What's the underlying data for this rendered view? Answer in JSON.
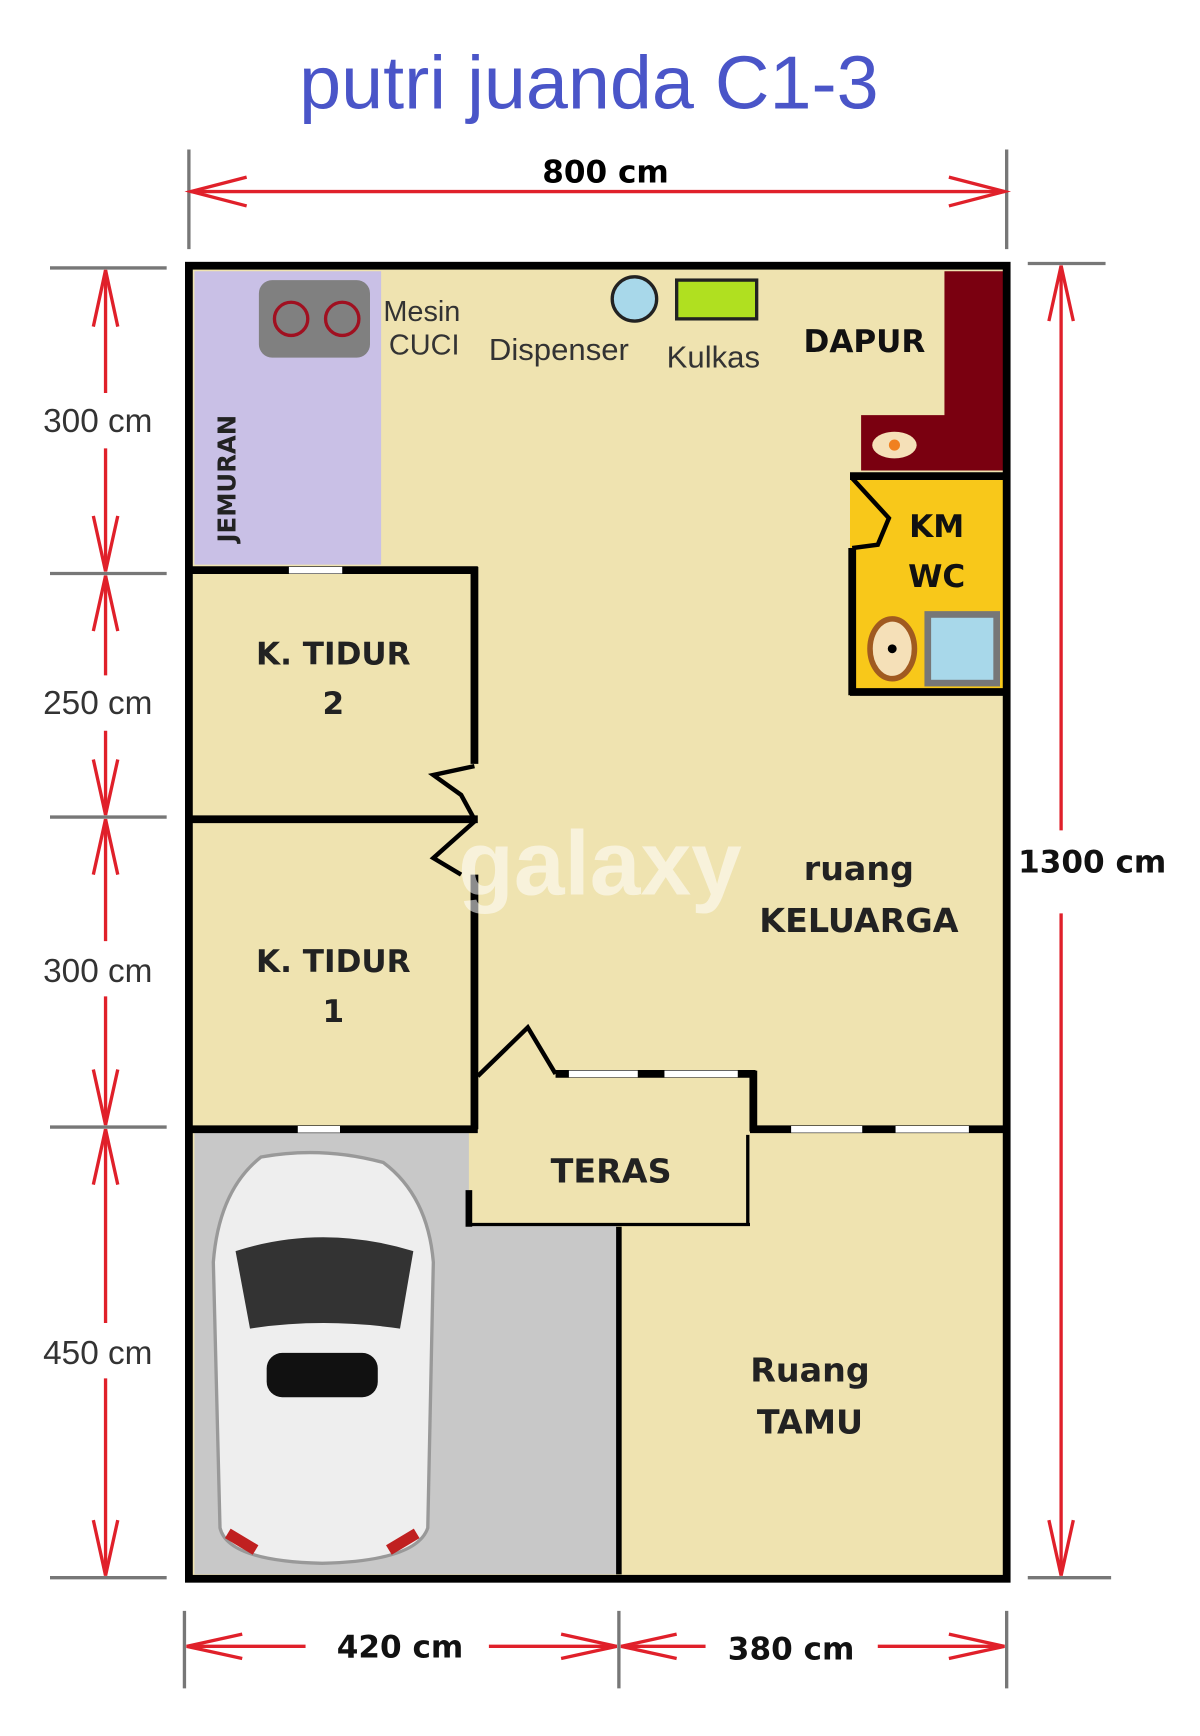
{
  "title": "putri juanda  C1-3",
  "dimensions": {
    "width_total": "800 cm",
    "height_total": "1300 cm",
    "left": [
      "300 cm",
      "250 cm",
      "300 cm",
      "450 cm"
    ],
    "bottom": [
      "420 cm",
      "380 cm"
    ]
  },
  "rooms": {
    "jemuran": "JEMURAN",
    "mesin_cuci": [
      "Mesin",
      "CUCI"
    ],
    "dispenser": "Dispenser",
    "kulkas": "Kulkas",
    "dapur": "DAPUR",
    "km_wc": [
      "KM",
      "WC"
    ],
    "tidur2": [
      "K. TIDUR",
      "2"
    ],
    "tidur1": [
      "K. TIDUR",
      "1"
    ],
    "keluarga": [
      "ruang",
      "KELUARGA"
    ],
    "teras": "TERAS",
    "tamu": [
      "Ruang",
      "TAMU"
    ]
  },
  "watermark": "galaxy",
  "colors": {
    "title": "#4a55c8",
    "floor": "#efe3b0",
    "jemuran": "#c9c0e6",
    "dapur": "#7a0010",
    "km_wc": "#f8c81a",
    "carport": "#c8c8c8",
    "dimension": "#e0202a"
  }
}
